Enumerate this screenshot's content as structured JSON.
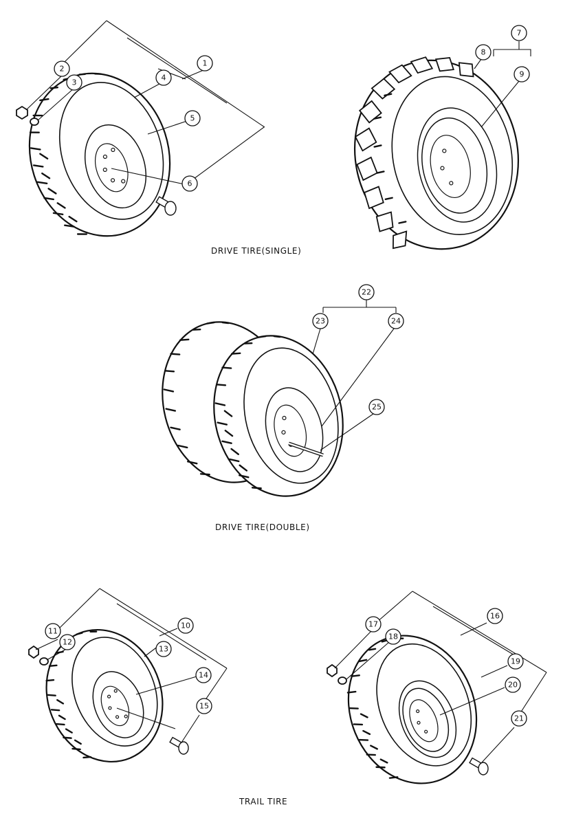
{
  "captions": {
    "drive_single": "DRIVE TIRE(SINGLE)",
    "drive_double": "DRIVE TIRE(DOUBLE)",
    "trail": "TRAIL TIRE"
  },
  "callouts": {
    "c1": "1",
    "c2": "2",
    "c3": "3",
    "c4": "4",
    "c5": "5",
    "c6": "6",
    "c7": "7",
    "c8": "8",
    "c9": "9",
    "c10": "10",
    "c11": "11",
    "c12": "12",
    "c13": "13",
    "c14": "14",
    "c15": "15",
    "c16": "16",
    "c17": "17",
    "c18": "18",
    "c19": "19",
    "c20": "20",
    "c21": "21",
    "c22": "22",
    "c23": "23",
    "c24": "24",
    "c25": "25"
  }
}
